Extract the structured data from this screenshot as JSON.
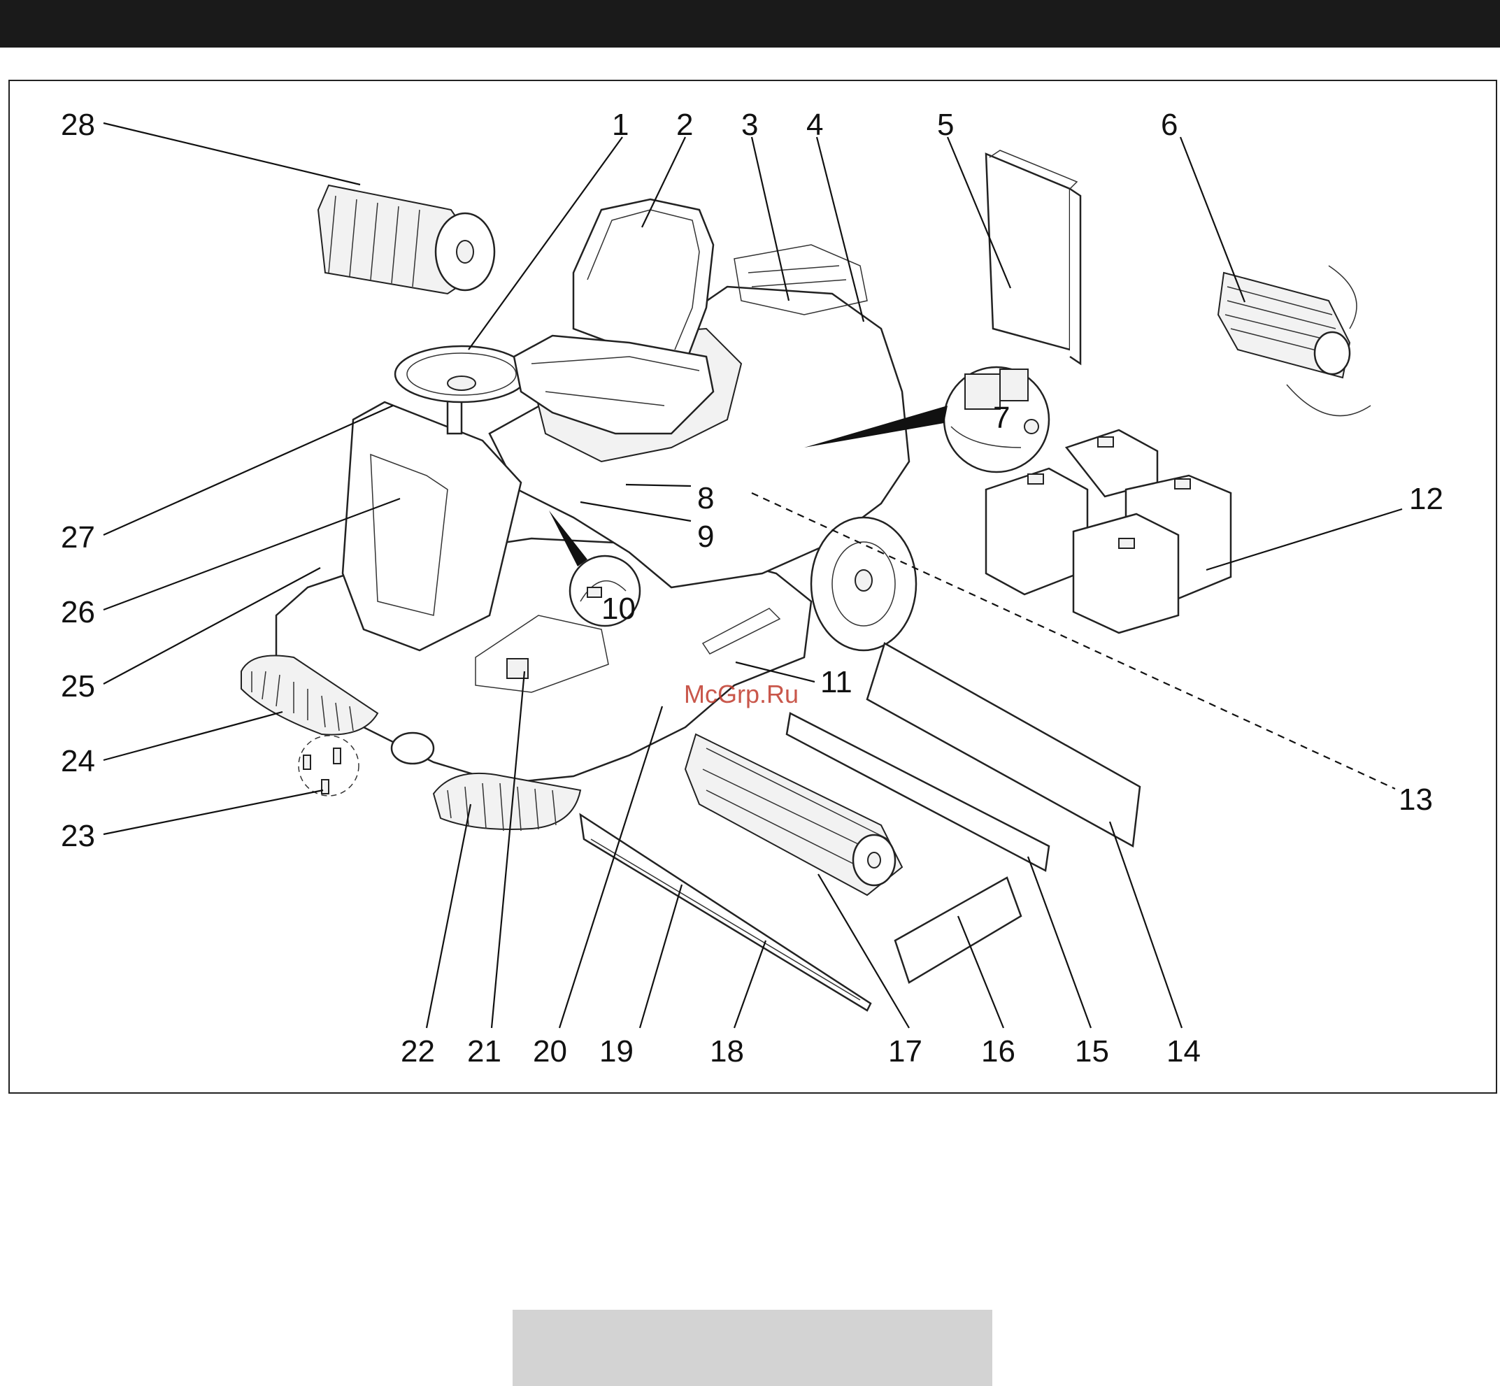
{
  "labels": {
    "l1": "1",
    "l2": "2",
    "l3": "3",
    "l4": "4",
    "l5": "5",
    "l6": "6",
    "l7": "7",
    "l8": "8",
    "l9": "9",
    "l10": "10",
    "l11": "11",
    "l12": "12",
    "l13": "13",
    "l14": "14",
    "l15": "15",
    "l16": "16",
    "l17": "17",
    "l18": "18",
    "l19": "19",
    "l20": "20",
    "l21": "21",
    "l22": "22",
    "l23": "23",
    "l24": "24",
    "l25": "25",
    "l26": "26",
    "l27": "27",
    "l28": "28"
  },
  "watermark": "McGrp.Ru",
  "colors": {
    "header": "#1a1a1a",
    "footer_box": "#d3d3d3",
    "watermark": "#c0392b"
  }
}
